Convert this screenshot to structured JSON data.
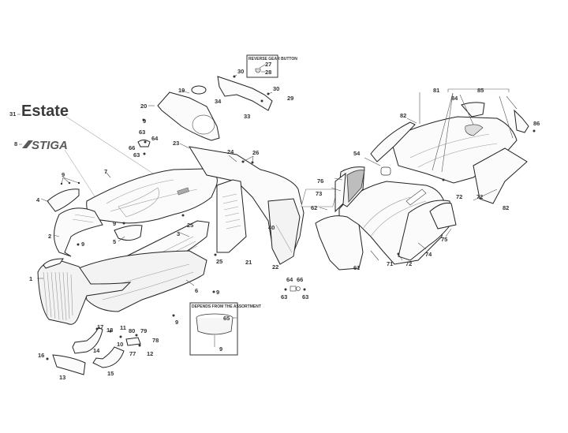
{
  "diagram": {
    "title": "Body / Bonnet exploded parts diagram",
    "logos": {
      "estate": {
        "label": "31",
        "text": "Estate"
      },
      "stiga": {
        "label": "8",
        "text": "STIGA"
      }
    },
    "inset_reverse_gear": {
      "title": "REVERSE GEAR BUTTON",
      "labels": [
        "27",
        "28"
      ]
    },
    "inset_assortment": {
      "title": "DEPENDS FROM THE ASSORTMENT",
      "labels": [
        "65",
        "9"
      ]
    },
    "callouts": {
      "c1": "1",
      "c2": "2",
      "c3": "3",
      "c4": "4",
      "c5": "5",
      "c6": "6",
      "c7": "7",
      "c9a": "9",
      "c9b": "9",
      "c9c": "9",
      "c9d": "9",
      "c9e": "9",
      "c9f": "9",
      "c10": "10",
      "c11": "11",
      "c12": "12",
      "c13": "13",
      "c14": "14",
      "c15": "15",
      "c16": "16",
      "c17": "17",
      "c18": "18",
      "c19": "19",
      "c20": "20",
      "c21": "21",
      "c22": "22",
      "c23": "23",
      "c24": "24",
      "c25a": "25",
      "c25b": "25",
      "c26": "26",
      "c29": "29",
      "c30a": "30",
      "c30b": "30",
      "c33": "33",
      "c34": "34",
      "c40": "40",
      "c54": "54",
      "c61": "61",
      "c62": "62",
      "c63a": "63",
      "c63b": "63",
      "c63c": "63",
      "c63d": "63",
      "c64a": "64",
      "c64b": "64",
      "c66a": "66",
      "c66b": "66",
      "c71": "71",
      "c72a": "72",
      "c72b": "72",
      "c72c": "72",
      "c73": "73",
      "c74": "74",
      "c75": "75",
      "c76": "76",
      "c77": "77",
      "c78": "78",
      "c79": "79",
      "c80": "80",
      "c81": "81",
      "c82a": "82",
      "c82b": "82",
      "c84": "84",
      "c85": "85",
      "c86": "86"
    }
  }
}
